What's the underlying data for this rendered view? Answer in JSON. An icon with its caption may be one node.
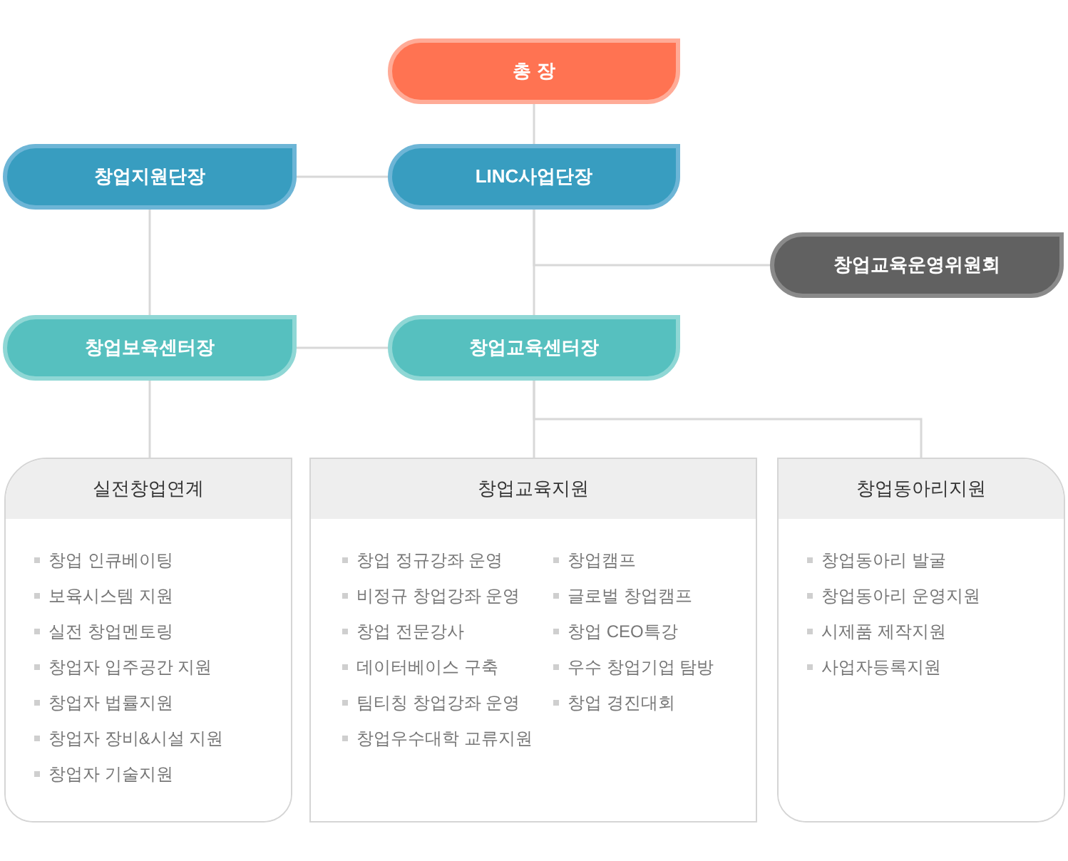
{
  "diagram": {
    "nodes": [
      {
        "text": [
          "총 장"
        ]
      },
      {
        "text": [
          "창업지원단장"
        ]
      },
      {
        "text": [
          "LINC사업단장"
        ]
      },
      {
        "text": [
          "창업교육운영위원회"
        ]
      },
      {
        "text": [
          "창업보육센터장"
        ]
      },
      {
        "text": [
          "창업교육센터장"
        ]
      },
      {
        "text": [
          "실전창업연계",
          "창업 인큐베이팅",
          "보육시스템 지원",
          "실전 창업멘토링",
          "창업자 입주공간 지원",
          "창업자 법률지원",
          "창업자 장비&시설 지원",
          "창업자 기술지원"
        ]
      },
      {
        "text": [
          "창업교육지원",
          "창업 정규강좌 운영",
          "비정규 창업강좌 운영",
          "창업 전문강사",
          "데이터베이스 구축",
          "팀티칭 창업강좌 운영",
          "창업우수대학 교류지원",
          "창업캠프",
          "글로벌 창업캠프",
          "창업 CEO특강",
          "우수 창업기업 탐방",
          "창업 경진대회"
        ]
      },
      {
        "text": [
          "창업동아리지원",
          "창업동아리 발굴",
          "창업동아리 운영지원",
          "시제품 제작지원",
          "사업자등록지원"
        ]
      }
    ],
    "edges": [
      {
        "from": 0,
        "to": 2,
        "arrow": "none"
      },
      {
        "from": 1,
        "to": 2,
        "arrow": "none"
      },
      {
        "from": 2,
        "to": 5,
        "arrow": "none"
      },
      {
        "from": 2,
        "to": 3,
        "arrow": "none"
      },
      {
        "from": 1,
        "to": 4,
        "arrow": "none"
      },
      {
        "from": 4,
        "to": 5,
        "arrow": "none"
      },
      {
        "from": 4,
        "to": 6,
        "arrow": "none"
      },
      {
        "from": 5,
        "to": 7,
        "arrow": "none"
      },
      {
        "from": 5,
        "to": 8,
        "arrow": "none"
      }
    ]
  }
}
